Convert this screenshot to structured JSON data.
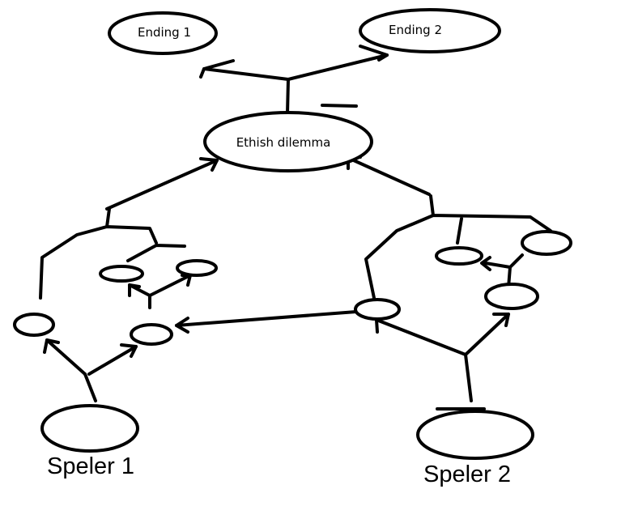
{
  "diagram": {
    "endings": [
      "Ending 1",
      "Ending 2"
    ],
    "dilemma": "Ethish dilemma",
    "players": [
      "Speler 1",
      "Speler 2"
    ],
    "colors": {
      "ink": "#000000",
      "background": "#ffffff"
    }
  }
}
